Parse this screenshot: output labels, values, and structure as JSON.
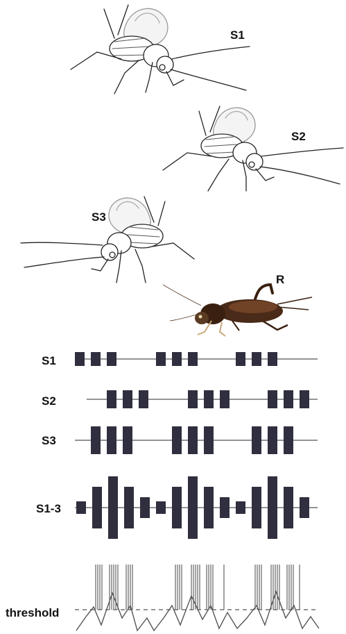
{
  "labels": {
    "s1_top": "S1",
    "s2_top": "S2",
    "s3_top": "S3",
    "receiver": "R",
    "row_s1": "S1",
    "row_s2": "S2",
    "row_s3": "S3",
    "row_s1_3": "S1-3",
    "threshold": "threshold"
  },
  "icons": {
    "sender_1": "cricket-line-drawing-icon",
    "sender_2": "cricket-line-drawing-icon",
    "sender_3": "cricket-line-drawing-icon",
    "receiver": "cricket-photo-icon"
  },
  "colors": {
    "pulse": "#2f2f3f",
    "line": "#555555",
    "receiver_body": "#4a2a18"
  }
}
